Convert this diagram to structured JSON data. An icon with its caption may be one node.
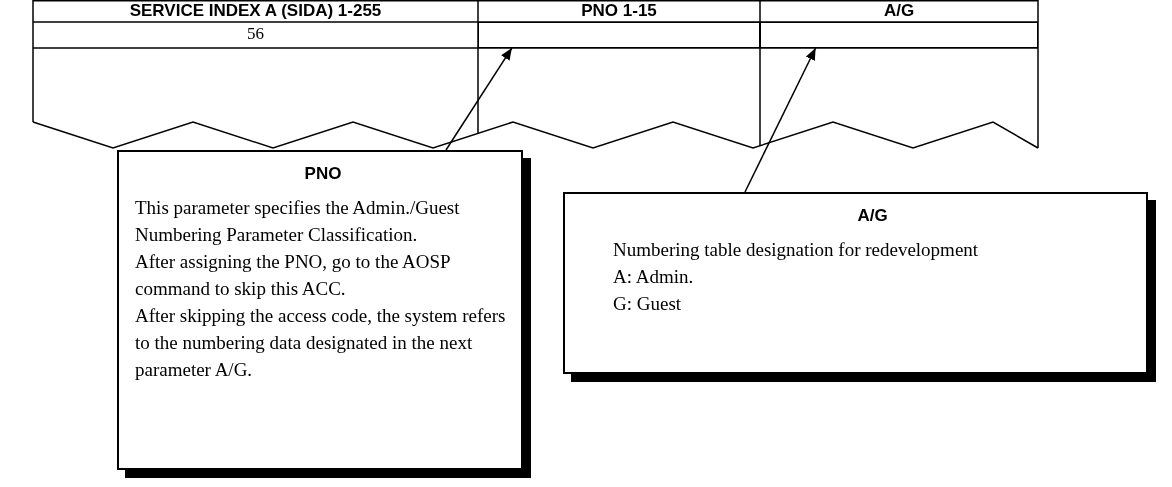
{
  "diagram": {
    "nodes": [
      {
        "text": [
          "PNO",
          "This parameter specifies the Admin./Guest Numbering Parameter Classification.",
          "After assigning the PNO, go to the AOSP command to skip this ACC.",
          "After skipping the access code, the system refers to the numbering data designated in the next parameter A/G."
        ]
      },
      {
        "text": [],
        "shape": "box"
      },
      {
        "text": [
          "A/G",
          "Numbering table designation for redevelopment",
          "A: Admin.",
          "G: Guest"
        ]
      },
      {
        "text": [],
        "shape": "box"
      }
    ],
    "edges": [
      {
        "from": 0,
        "to": 1,
        "arrow": "to"
      },
      {
        "from": 2,
        "to": 3,
        "arrow": "to"
      }
    ],
    "labels": [
      "SERVICE INDEX A (SIDA) 1-255",
      "PNO 1-15",
      "A/G",
      "56"
    ]
  }
}
